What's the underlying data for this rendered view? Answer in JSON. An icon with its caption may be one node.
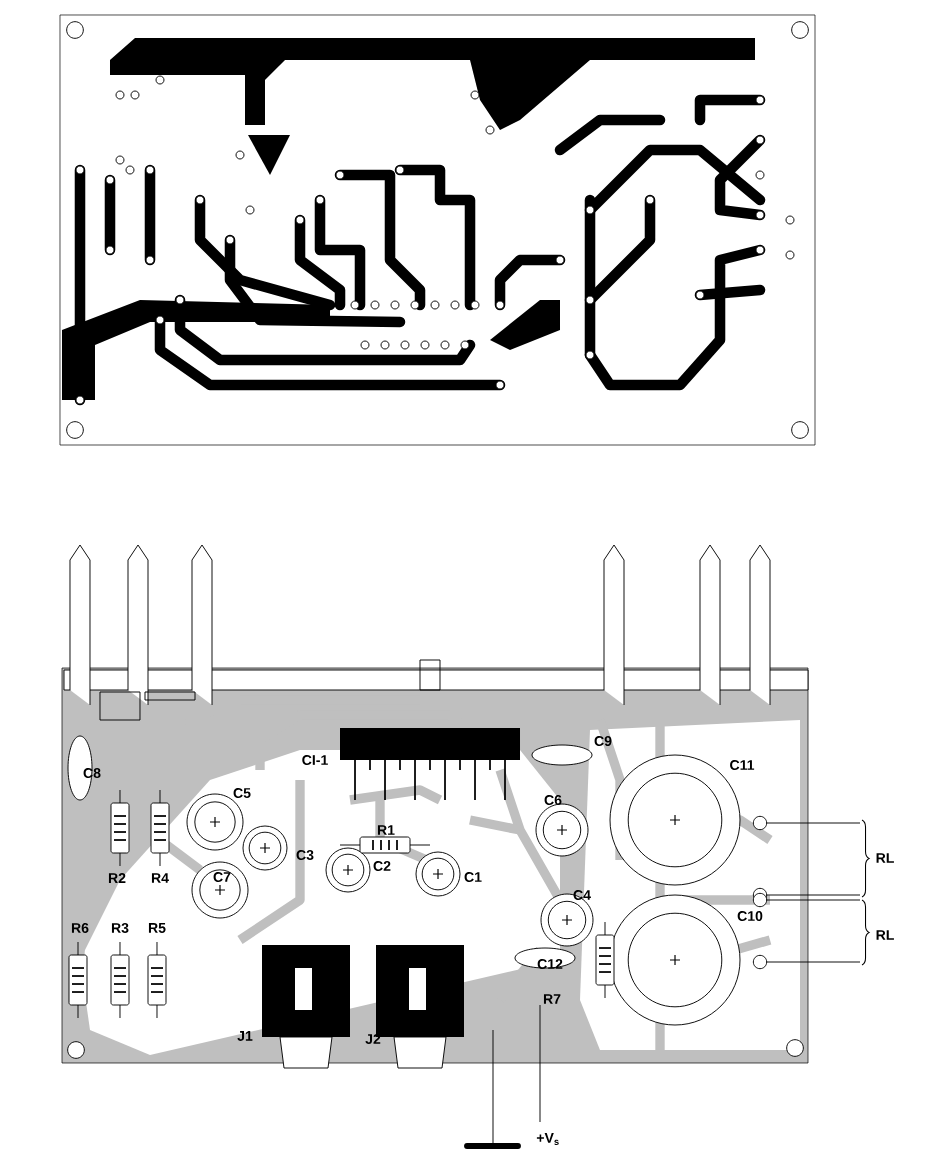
{
  "diagram": {
    "labels": [
      "C9",
      "CI-1",
      "C11",
      "C8",
      "C5",
      "C6",
      "R1",
      "C3",
      "RL",
      "R2",
      "R4",
      "C7",
      "C2",
      "C1",
      "C4",
      "C10",
      "R6",
      "R3",
      "R5",
      "RL",
      "C12",
      "R7",
      "J1",
      "J2",
      "+V$_{s}$"
    ]
  }
}
